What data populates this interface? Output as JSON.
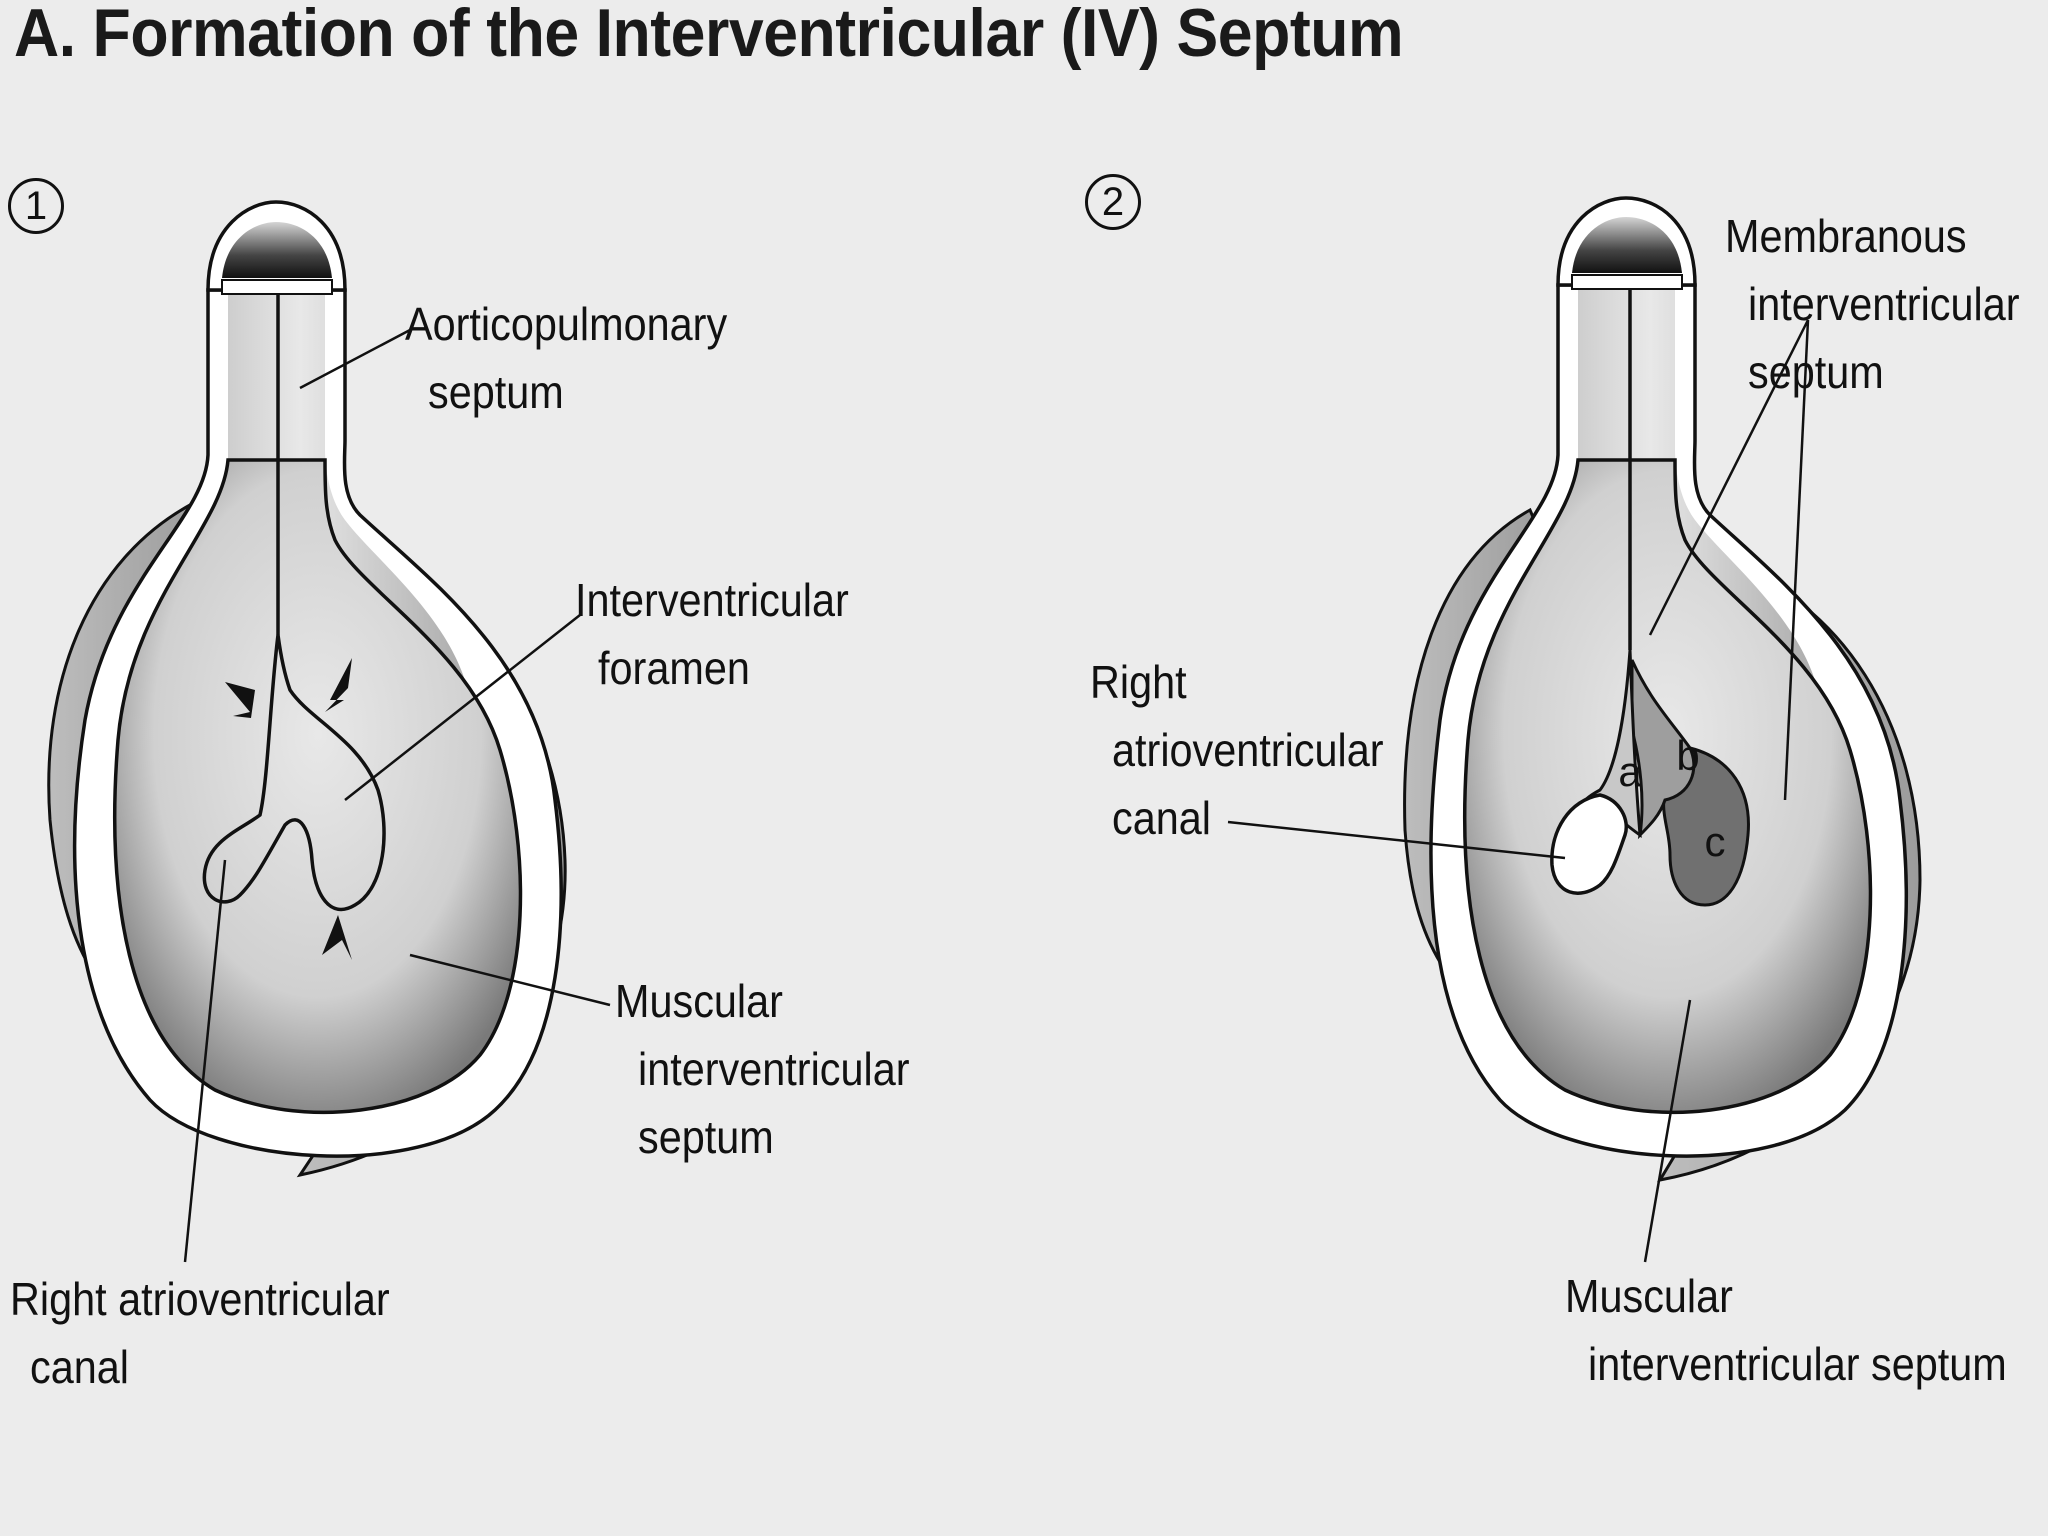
{
  "title": "A. Formation of the Interventricular (IV) Septum",
  "panel1": {
    "number": "1",
    "labels": {
      "aorticopulmonary_1": "Aorticopulmonary",
      "aorticopulmonary_2": "septum",
      "iv_foramen_1": "Interventricular",
      "iv_foramen_2": "foramen",
      "muscular_1": "Muscular",
      "muscular_2": "interventricular",
      "muscular_3": "septum",
      "right_av_1": "Right atrioventricular",
      "right_av_2": "canal"
    }
  },
  "panel2": {
    "number": "2",
    "labels": {
      "membranous_1": "Membranous",
      "membranous_2": "interventricular",
      "membranous_3": "septum",
      "right_av_1": "Right",
      "right_av_2": "atrioventricular",
      "right_av_3": "canal",
      "muscular_1": "Muscular",
      "muscular_2": "interventricular septum"
    },
    "segments": {
      "a": "a",
      "b": "b",
      "c": "c"
    }
  },
  "colors": {
    "ink": "#111111",
    "heart_wall": "#ffffff",
    "outer_shell": "#b5b5b5",
    "lumen": "#d9d9d9",
    "segment_a": "#c8c8c8",
    "segment_b": "#9e9e9e",
    "segment_c": "#707070"
  }
}
